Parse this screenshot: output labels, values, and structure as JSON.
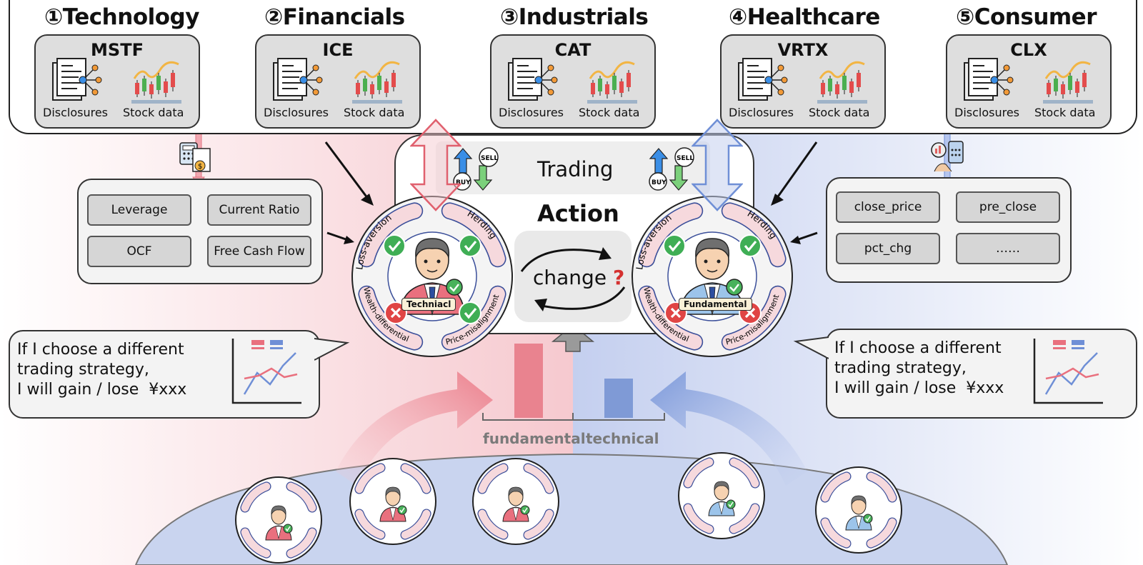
{
  "sectors": [
    {
      "title": "①Technology",
      "ticker": "MSTF",
      "disclosures": "Disclosures",
      "stock": "Stock data"
    },
    {
      "title": "②Financials",
      "ticker": "ICE",
      "disclosures": "Disclosures",
      "stock": "Stock data"
    },
    {
      "title": "③Industrials",
      "ticker": "CAT",
      "disclosures": "Disclosures",
      "stock": "Stock data"
    },
    {
      "title": "④Healthcare",
      "ticker": "VRTX",
      "disclosures": "Disclosures",
      "stock": "Stock data"
    },
    {
      "title": "⑤Consumer",
      "ticker": "CLX",
      "disclosures": "Disclosures",
      "stock": "Stock data"
    }
  ],
  "left_metrics": [
    "Leverage",
    "Current Ratio",
    "OCF",
    "Free Cash Flow"
  ],
  "right_metrics": [
    "close_price",
    "pre_close",
    "pct_chg",
    "……"
  ],
  "trading": {
    "title": "Trading",
    "action": "Action",
    "change": "change",
    "q": "?",
    "buy": "BUY",
    "sell": "SELL"
  },
  "agents": {
    "left": {
      "tag": "Techniacl",
      "biases": [
        "Loss-aversion",
        "Herding",
        "Wealth-differential",
        "Price-misalignment"
      ]
    },
    "right": {
      "tag": "Fundamental",
      "biases": [
        "Loss-aversion",
        "Herding",
        "Wealth-differential",
        "Price-misalignment"
      ]
    }
  },
  "bubble": {
    "text": "If I choose a different\ntrading strategy,\nI will gain / lose  ¥xxx"
  },
  "population": {
    "fundamental": "fundamental",
    "technical": "technical"
  },
  "colors": {
    "red": "#e9707e",
    "blue": "#6f8fd6",
    "gray": "#d6d6d6"
  }
}
